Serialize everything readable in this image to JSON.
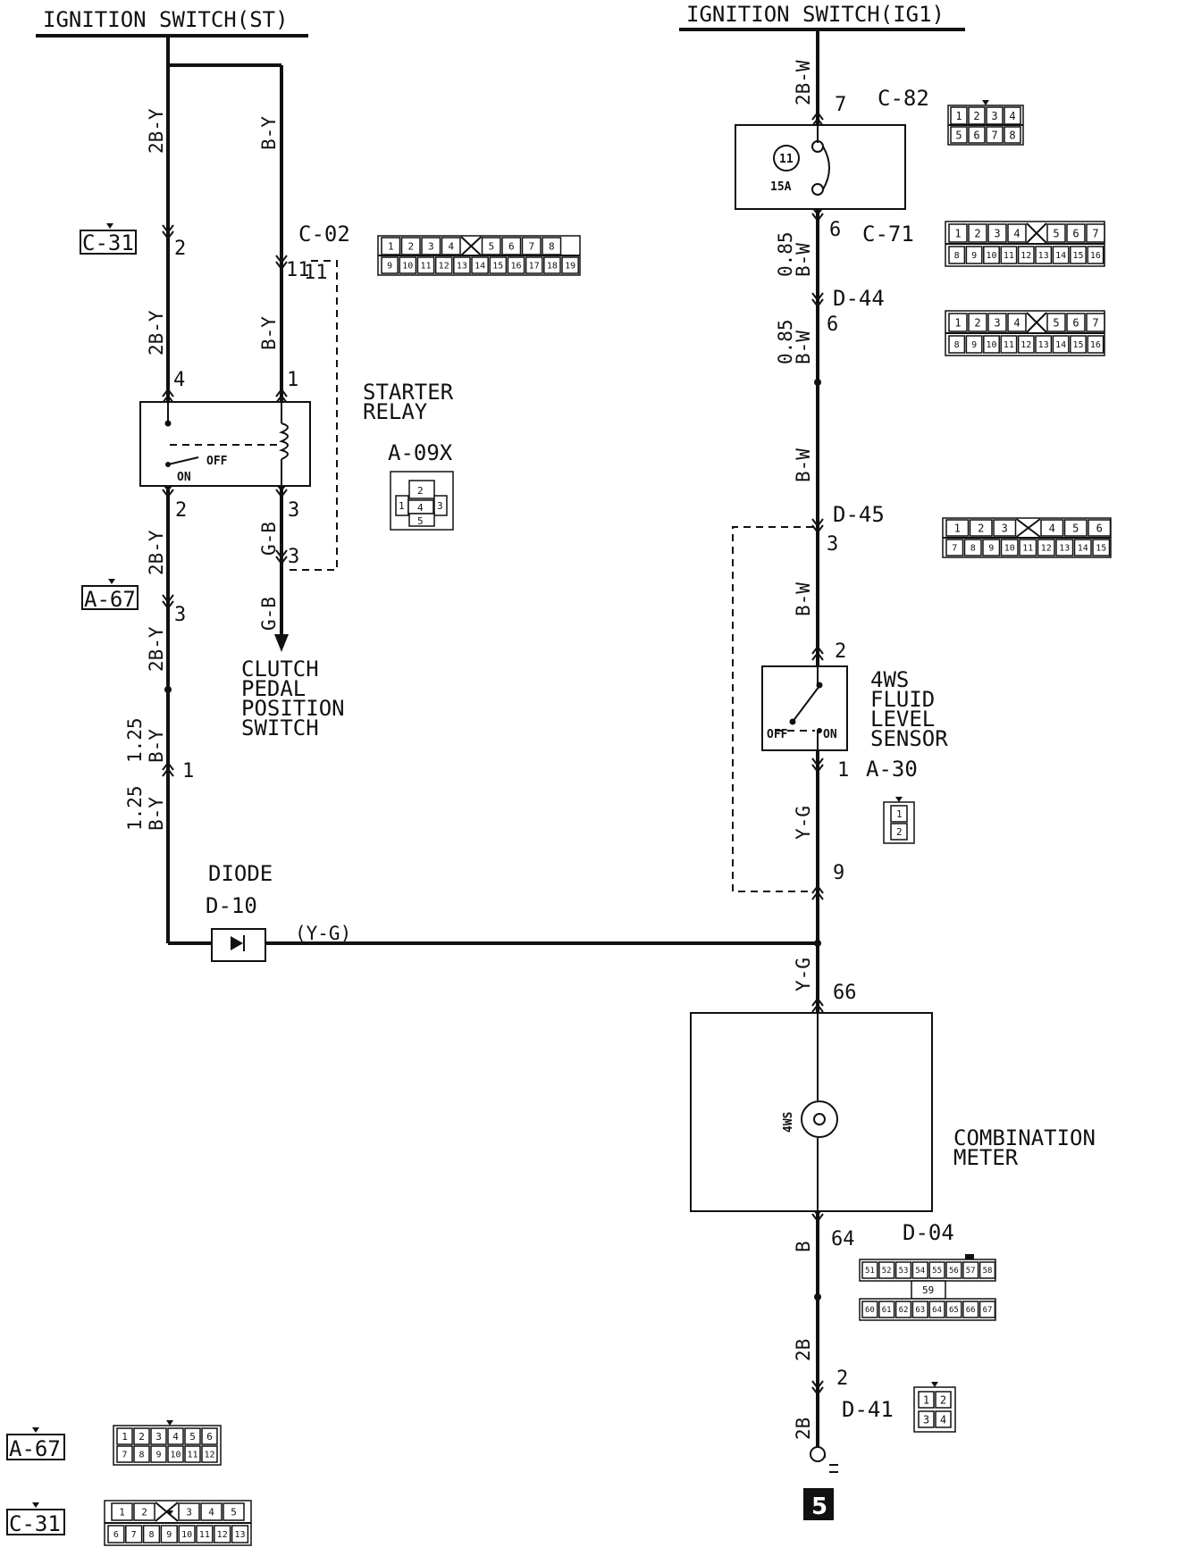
{
  "titles": {
    "left": "IGNITION SWITCH(ST)",
    "right": "IGNITION SWITCH(IG1)"
  },
  "wires": {
    "w_2BY_1": "2B-Y",
    "w_BY_1": "B-Y",
    "w_2BY_2": "2B-Y",
    "w_BY_2": "B-Y",
    "w_2BY_3": "2B-Y",
    "w_GB_1": "G-B",
    "w_GB_2": "G-B",
    "w_2BY_4": "2B-Y",
    "w_125BY_1a": "1.25",
    "w_125BY_1b": "B-Y",
    "w_125BY_2a": "1.25",
    "w_125BY_2b": "B-Y",
    "w_2BW": "2B-W",
    "w_085BW_1a": "0.85",
    "w_085BW_1b": "B-W",
    "w_085BW_2a": "0.85",
    "w_085BW_2b": "B-W",
    "w_BW_1": "B-W",
    "w_BW_2": "B-W",
    "w_YG_1": "Y-G",
    "w_YG_2": "Y-G",
    "w_YG_paren": "(Y-G)",
    "w_B": "B",
    "w_2B_1": "2B",
    "w_2B_2": "2B"
  },
  "pins": {
    "p_c31_2": "2",
    "p_c02_11a": "11",
    "p_c02_11b": "11",
    "p_relay_4": "4",
    "p_relay_1": "1",
    "p_relay_2": "2",
    "p_relay_3": "3",
    "p_clutch_3": "3",
    "p_a67_3": "3",
    "p_125_1": "1",
    "p_fuse_7": "7",
    "p_fuse_6": "6",
    "p_d44_6": "6",
    "p_d45_3": "3",
    "p_4ws_2": "2",
    "p_4ws_1": "1",
    "p_9": "9",
    "p_meter_66": "66",
    "p_meter_64": "64",
    "p_d41_2": "2"
  },
  "refs": {
    "c31": "C-31",
    "c02": "C-02",
    "a67": "A-67",
    "a09x": "A-09X",
    "d10": "D-10",
    "c82": "C-82",
    "c71": "C-71",
    "d44": "D-44",
    "d45": "D-45",
    "a30": "A-30",
    "d04": "D-04",
    "d41": "D-41",
    "a67_legend": "A-67",
    "c31_legend": "C-31"
  },
  "components": {
    "starter_relay_1": "STARTER",
    "starter_relay_2": "RELAY",
    "relay_off": "OFF",
    "relay_on": "ON",
    "clutch_1": "CLUTCH",
    "clutch_2": "PEDAL",
    "clutch_3": "POSITION",
    "clutch_4": "SWITCH",
    "diode": "DIODE",
    "fuse_num": "11",
    "fuse_amp": "15A",
    "ws_1": "4WS",
    "ws_2": "FLUID",
    "ws_3": "LEVEL",
    "ws_4": "SENSOR",
    "sensor_off": "OFF",
    "sensor_on": "ON",
    "meter_1": "COMBINATION",
    "meter_2": "METER",
    "lamp": "4WS",
    "ground_no": "5"
  },
  "connectors": {
    "c82_top": [
      "1",
      "2",
      "3",
      "4"
    ],
    "c82_bot": [
      "5",
      "6",
      "7",
      "8"
    ],
    "c71_top": [
      "1",
      "2",
      "3",
      "4",
      "",
      "5",
      "6",
      "7"
    ],
    "c71_bot": [
      "8",
      "9",
      "10",
      "11",
      "12",
      "13",
      "14",
      "15",
      "16"
    ],
    "d44_top": [
      "1",
      "2",
      "3",
      "4",
      "",
      "5",
      "6",
      "7"
    ],
    "d44_bot": [
      "8",
      "9",
      "10",
      "11",
      "12",
      "13",
      "14",
      "15",
      "16"
    ],
    "c02_top": [
      "1",
      "2",
      "3",
      "4",
      "",
      "5",
      "6",
      "7",
      "8"
    ],
    "c02_bot": [
      "9",
      "10",
      "11",
      "12",
      "13",
      "14",
      "15",
      "16",
      "17",
      "18",
      "19"
    ],
    "a09x": [
      "1",
      "2",
      "3",
      "4",
      "5"
    ],
    "d45_top": [
      "1",
      "2",
      "3",
      "",
      "4",
      "5",
      "6"
    ],
    "d45_bot": [
      "7",
      "8",
      "9",
      "10",
      "11",
      "12",
      "13",
      "14",
      "15"
    ],
    "a30": [
      "1",
      "2"
    ],
    "d04_top": [
      "51",
      "52",
      "53",
      "54",
      "55",
      "56",
      "57",
      "58"
    ],
    "d04_mid": "59",
    "d04_bot": [
      "60",
      "61",
      "62",
      "63",
      "64",
      "65",
      "66",
      "67"
    ],
    "d41": [
      "1",
      "2",
      "3",
      "4"
    ],
    "a67_top": [
      "1",
      "2",
      "3",
      "4",
      "5",
      "6"
    ],
    "a67_bot": [
      "7",
      "8",
      "9",
      "10",
      "11",
      "12"
    ],
    "c31_top": [
      "1",
      "2",
      "",
      "3",
      "4",
      "5"
    ],
    "c31_bot": [
      "6",
      "7",
      "8",
      "9",
      "10",
      "11",
      "12",
      "13"
    ]
  }
}
